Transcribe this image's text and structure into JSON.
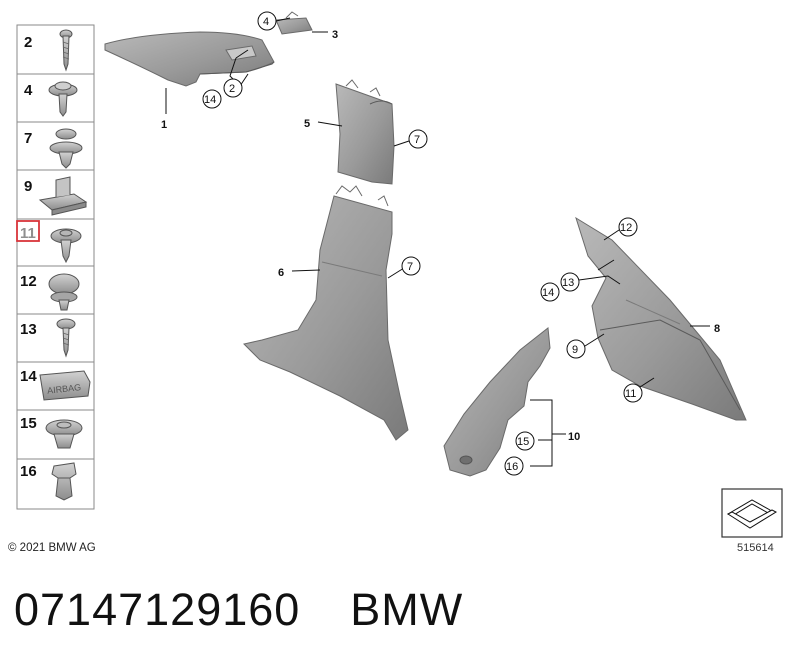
{
  "sidebar": {
    "items": [
      {
        "number": "2"
      },
      {
        "number": "4"
      },
      {
        "number": "7"
      },
      {
        "number": "9"
      },
      {
        "number": "11",
        "highlighted": true
      },
      {
        "number": "12"
      },
      {
        "number": "13"
      },
      {
        "number": "14",
        "label": "AIRBAG"
      },
      {
        "number": "15"
      },
      {
        "number": "16"
      }
    ]
  },
  "parts": {
    "main_labels": [
      "1",
      "3",
      "5",
      "6",
      "8",
      "10"
    ],
    "callouts": [
      "2",
      "4",
      "7",
      "7",
      "9",
      "11",
      "12",
      "13",
      "14",
      "14",
      "15",
      "16"
    ]
  },
  "footer": {
    "copyright": "© 2021 BMW AG",
    "diagram_id": "515614"
  },
  "caption": {
    "part_number": "07147129160",
    "brand": "BMW"
  },
  "colors": {
    "highlight": "#d9343a",
    "part_fill": "#9c9c9c",
    "part_stroke": "#6a6a6a"
  }
}
